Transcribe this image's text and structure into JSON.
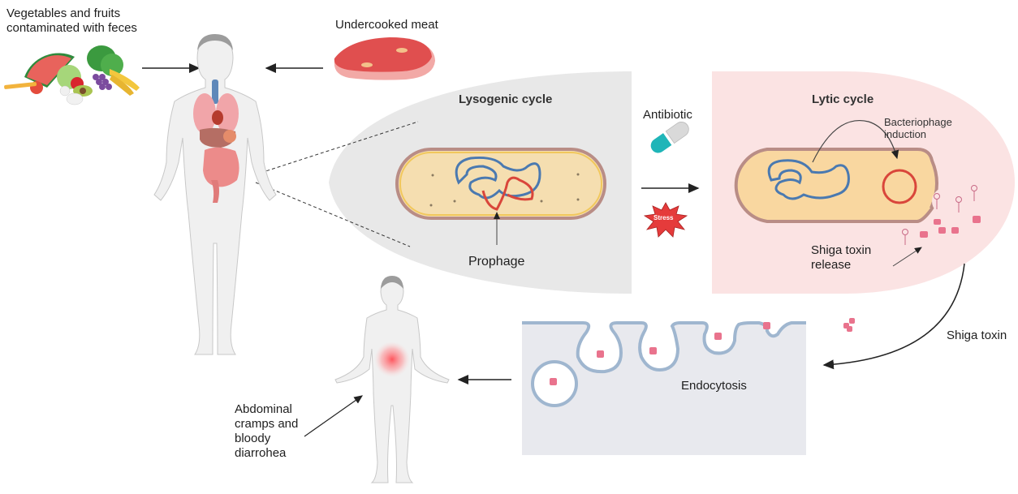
{
  "labels": {
    "sources_food": "Vegetables and fruits contaminated with feces",
    "sources_food_line1": "Vegetables and fruits",
    "sources_food_line2": "contaminated with feces",
    "sources_meat": "Undercooked meat",
    "lysogenic_title": "Lysogenic cycle",
    "prophage": "Prophage",
    "antibiotic": "Antibiotic",
    "stress": "Stress",
    "lytic_title": "Lytic cycle",
    "induction_line1": "Bacteriophage",
    "induction_line2": "induction",
    "toxin_release_line1": "Shiga toxin",
    "toxin_release_line2": "release",
    "shiga_toxin": "Shiga toxin",
    "endocytosis": "Endocytosis",
    "symptom_line1": "Abdominal",
    "symptom_line2": "cramps and",
    "symptom_line3": "bloody",
    "symptom_line4": "diarrohea"
  },
  "colors": {
    "lysogenic_bg": "#e8e8e8",
    "lytic_bg": "#fbe3e3",
    "cell_fill": "#f5deb0",
    "cell_border": "#b98d86",
    "dna_blue": "#4a79b0",
    "prophage_red": "#d9463b",
    "toxin_pink": "#e9738d",
    "membrane": "#9fb6cf",
    "endo_bg": "#e8e9ee",
    "capsule_teal": "#1fb5b8",
    "stress_red": "#e53b3b"
  }
}
